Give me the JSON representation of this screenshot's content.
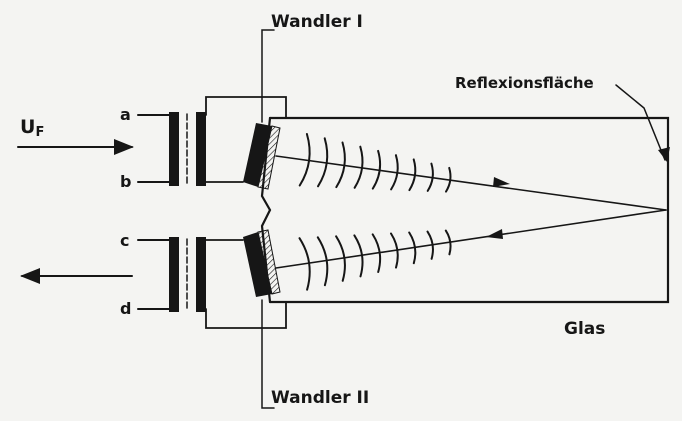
{
  "labels": {
    "transducer_1": "Wandler I",
    "transducer_2": "Wandler II",
    "reflection_surface": "Reflexionsfläche",
    "input_voltage_main": "U",
    "input_voltage_sub": "F",
    "terminal_a": "a",
    "terminal_b": "b",
    "terminal_c": "c",
    "terminal_d": "d",
    "medium": "Glas"
  },
  "colors": {
    "ink": "#161616",
    "paper": "#f4f4f2"
  }
}
